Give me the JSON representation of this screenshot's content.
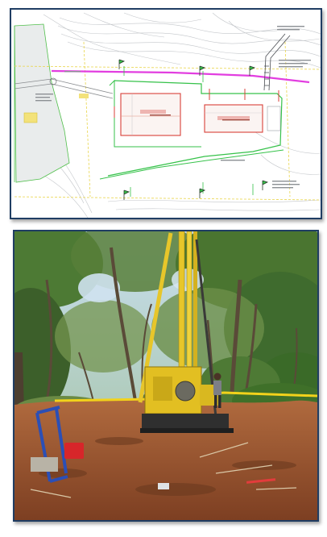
{
  "figures": [
    {
      "id": "site-plan",
      "kind": "engineering site plan drawing",
      "labels": [
        "",
        "",
        ""
      ],
      "colors": {
        "contour": "#b9bcc0",
        "road": "#e23ee0",
        "platform": "#36c24a",
        "building": "#d8403a",
        "border": "#1f3d63"
      }
    },
    {
      "id": "drill-photo",
      "kind": "photograph of a yellow drilling rig in a forest clearing",
      "colors": {
        "rig": "#e7c62a",
        "soil": "#a4562e",
        "foliage": "#3f6b2e",
        "sky": "#bcd6ea",
        "border": "#1f3d63"
      }
    }
  ]
}
